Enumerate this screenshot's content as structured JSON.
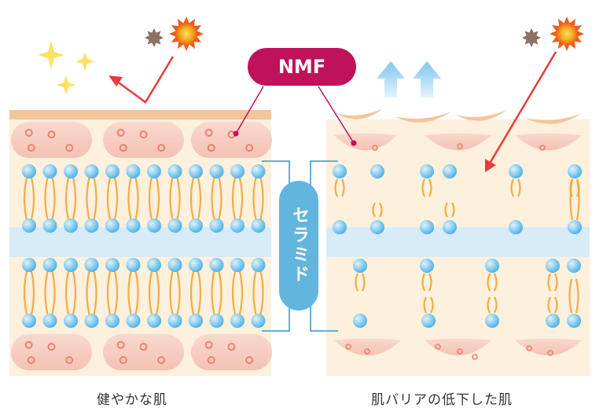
{
  "labels": {
    "nmf": "NMF",
    "ceramide": "セラミド"
  },
  "captions": {
    "healthy": "健やかな肌",
    "damaged": "肌バリアの低下した肌"
  },
  "colors": {
    "skin_bg": "#fdf0dc",
    "stratum_top": "#f4c49a",
    "water_band": "#d7ecf8",
    "nmf_cell": "#f6cfc3",
    "nmf_dot": "#ee7f70",
    "lipid_head": "#5bb8e8",
    "lipid_tail": "#f0ad45",
    "nmf_badge": "#c0125a",
    "ceramide_badge": "#62b5dd",
    "bracket": "#5fb1d8",
    "arrow_red": "#e83a3a",
    "arrow_blue": "#8fcdf0",
    "sparkle": "#f9e266",
    "sun": "#f7a71a",
    "dust": "#8c7266"
  }
}
